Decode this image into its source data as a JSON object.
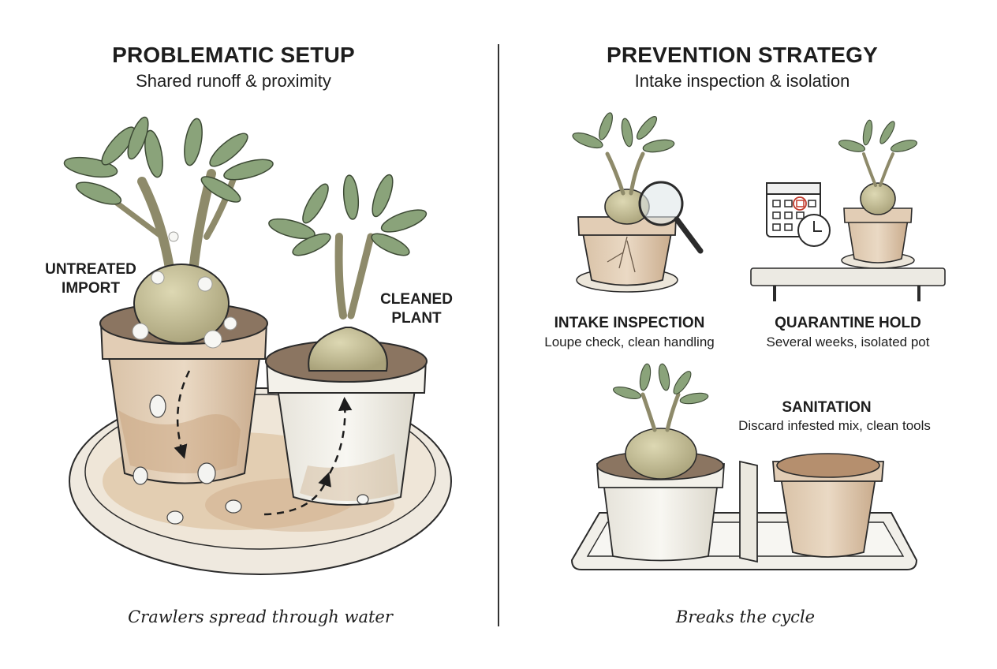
{
  "left": {
    "title": "PROBLEMATIC SETUP",
    "subtitle": "Shared runoff & proximity",
    "label_untreated": "UNTREATED\nIMPORT",
    "label_cleaned": "CLEANED\nPLANT",
    "caption": "Crawlers spread through water"
  },
  "right": {
    "title": "PREVENTION STRATEGY",
    "subtitle": "Intake inspection & isolation",
    "intake": {
      "title": "INTAKE INSPECTION",
      "desc": "Loupe check, clean handling"
    },
    "quarantine": {
      "title": "QUARANTINE HOLD",
      "desc": "Several weeks, isolated pot"
    },
    "sanitation": {
      "title": "SANITATION",
      "desc": "Discard infested mix, clean tools"
    },
    "caption": "Breaks the cycle"
  },
  "colors": {
    "ink": "#2b2b2b",
    "leaf": "#8aa37a",
    "caudex": "#c9c39a",
    "pot_clay": "#d8bfa3",
    "pot_white": "#f1efe8",
    "stain": "#c7a27c",
    "mealybug": "#f4f4f1"
  },
  "icons": [
    "magnifying-glass-icon",
    "calendar-icon",
    "clock-icon",
    "divider-panel-icon"
  ]
}
